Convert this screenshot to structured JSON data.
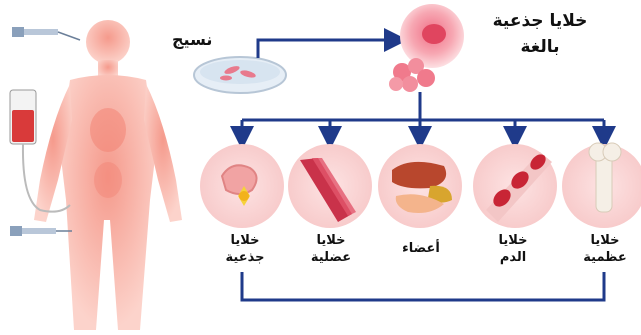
{
  "labels": {
    "tissue": "نسيج",
    "adult_stem_line1": "خلايا جذعية",
    "adult_stem_line2": "بالغة"
  },
  "cell_types": [
    {
      "id": "stem",
      "line1": "خلايا",
      "line2": "جذعية"
    },
    {
      "id": "muscle",
      "line1": "خلايا",
      "line2": "عضلية"
    },
    {
      "id": "organs",
      "line1": "أعضاء",
      "line2": ""
    },
    {
      "id": "blood",
      "line1": "خلايا",
      "line2": "الدم"
    },
    {
      "id": "bone",
      "line1": "خلايا",
      "line2": "عظمية"
    }
  ],
  "colors": {
    "arrow": "#1f3a8a",
    "body": "#f7b8ae",
    "cell": "#f4a6b0"
  }
}
